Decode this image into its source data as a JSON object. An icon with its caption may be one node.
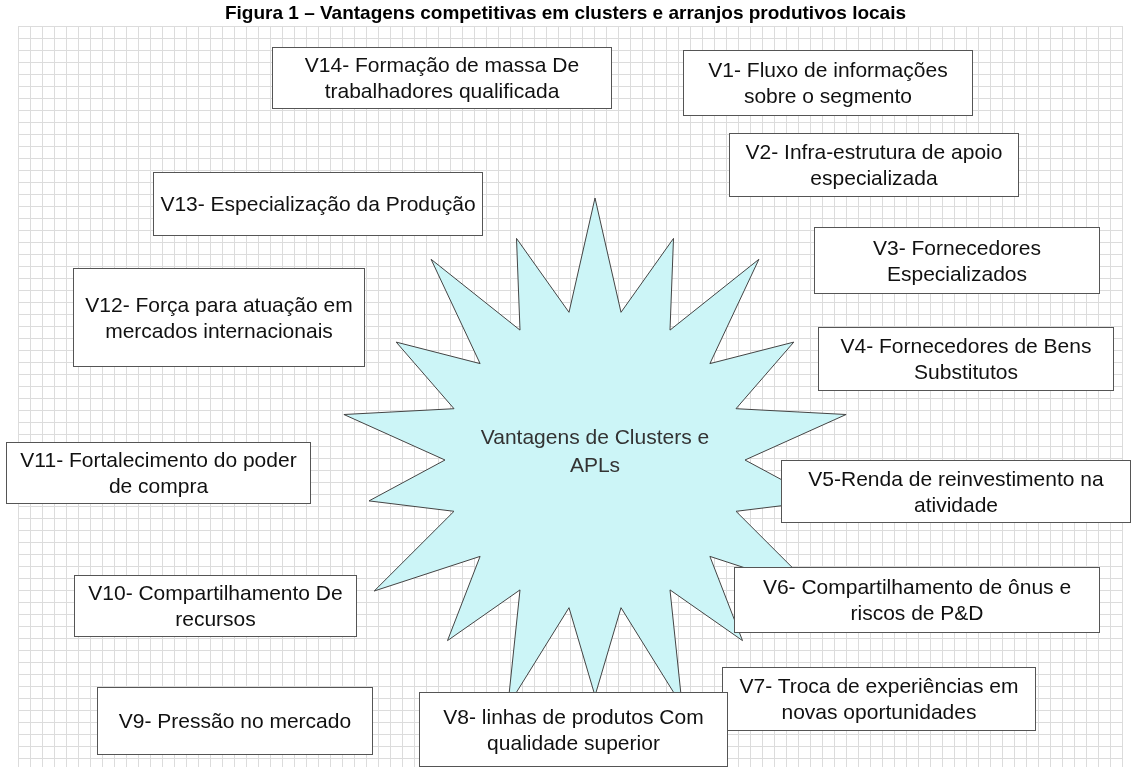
{
  "diagram": {
    "title": "Figura 1 – Vantagens competitivas em clusters e arranjos produtivos locais",
    "nodes": [
      {
        "text": [
          "Vantagens de Clusters e APLs"
        ]
      },
      {
        "text": [
          "V14- Formação de massa De trabalhadores qualificada"
        ]
      },
      {
        "text": [
          "V1- Fluxo de informações sobre o segmento"
        ]
      },
      {
        "text": [
          "V2- Infra-estrutura de apoio especializada"
        ]
      },
      {
        "text": [
          "V13- Especialização da Produção"
        ]
      },
      {
        "text": [
          "V3- Fornecedores Especializados"
        ]
      },
      {
        "text": [
          "V12- Força para atuação em mercados internacionais"
        ]
      },
      {
        "text": [
          "V4- Fornecedores de Bens Substitutos"
        ]
      },
      {
        "text": [
          "V11- Fortalecimento do poder de compra"
        ]
      },
      {
        "text": [
          "V5-Renda de reinvestimento na atividade"
        ]
      },
      {
        "text": [
          "V10- Compartilhamento De recursos"
        ]
      },
      {
        "text": [
          "V6- Compartilhamento de ônus e riscos de P&D"
        ]
      },
      {
        "text": [
          "V7- Troca de experiências em novas oportunidades"
        ]
      },
      {
        "text": [
          "V9- Pressão no mercado"
        ]
      },
      {
        "text": [
          "V8- linhas de produtos Com qualidade superior"
        ]
      }
    ]
  }
}
